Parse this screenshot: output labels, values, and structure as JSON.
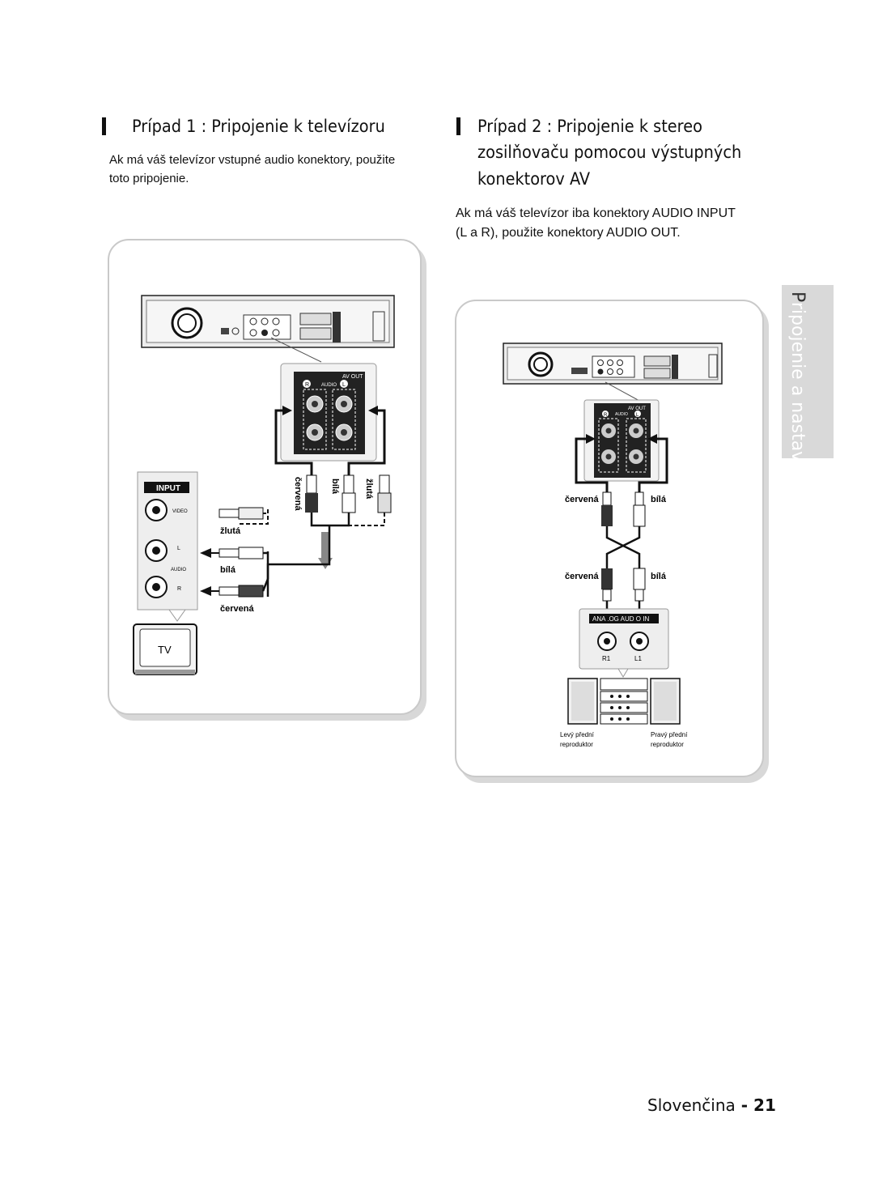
{
  "case1": {
    "title": "Prípad 1 : Pripojenie k televízoru",
    "text_line1": "Ak má váš televízor vstupné audio konektory, použite",
    "text_line2": "toto pripojenie."
  },
  "case2": {
    "title_line1": "Prípad 2 : Pripojenie k stereo",
    "title_line2": "zosilňovaču pomocou výstupných",
    "title_line3": "konektorov AV",
    "text_line1": "Ak má váš televízor iba konektory AUDIO INPUT",
    "text_line2": "(L a R), použite konektory AUDIO OUT."
  },
  "diagram1": {
    "av_out": "AV OUT",
    "audio": "AUDIO",
    "r": "R",
    "l": "L",
    "input": "INPUT",
    "video": "VIDEO",
    "audio_small": "AUDIO",
    "cable_red": "červená",
    "cable_white": "bílá",
    "cable_yellow": "žlutá",
    "tv": "TV"
  },
  "diagram2": {
    "av_out": "AV OUT",
    "audio": "AUDIO",
    "r": "R",
    "l": "L",
    "red_top": "červená",
    "white_top": "bílá",
    "red_bottom": "červená",
    "white_bottom": "bílá",
    "analog_in": "ANA .OG   AUD O IN",
    "r1": "R1",
    "l1": "L1",
    "left_speaker_1": "Levý přední",
    "left_speaker_2": "reproduktor",
    "right_speaker_1": "Pravý přední",
    "right_speaker_2": "reproduktor"
  },
  "side_tab": {
    "first": "P",
    "rest": "ripojenie a nastavenie"
  },
  "footer": {
    "language": "Slovenčina",
    "sep": " - ",
    "page": "21"
  }
}
